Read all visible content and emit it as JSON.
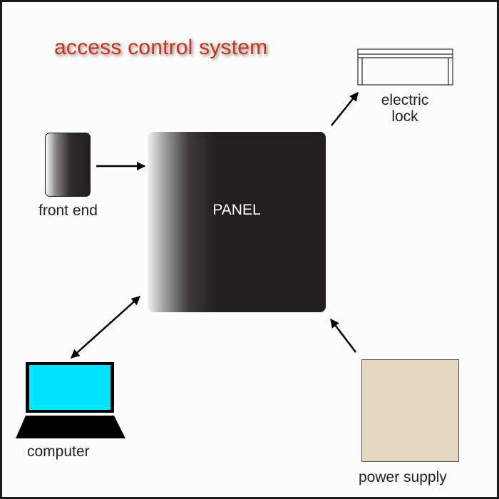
{
  "title": "access control system",
  "panel": {
    "label": "PANEL"
  },
  "front_end": {
    "label": "front end"
  },
  "electric_lock": {
    "label_line1": "electric",
    "label_line2": "lock"
  },
  "computer": {
    "label": "computer",
    "screen_color": "#00e5ff"
  },
  "power_supply": {
    "label": "power supply",
    "color": "#e4d8c2"
  },
  "colors": {
    "title": "#c1371f",
    "panel": "#231f20",
    "arrow": "#000000"
  }
}
